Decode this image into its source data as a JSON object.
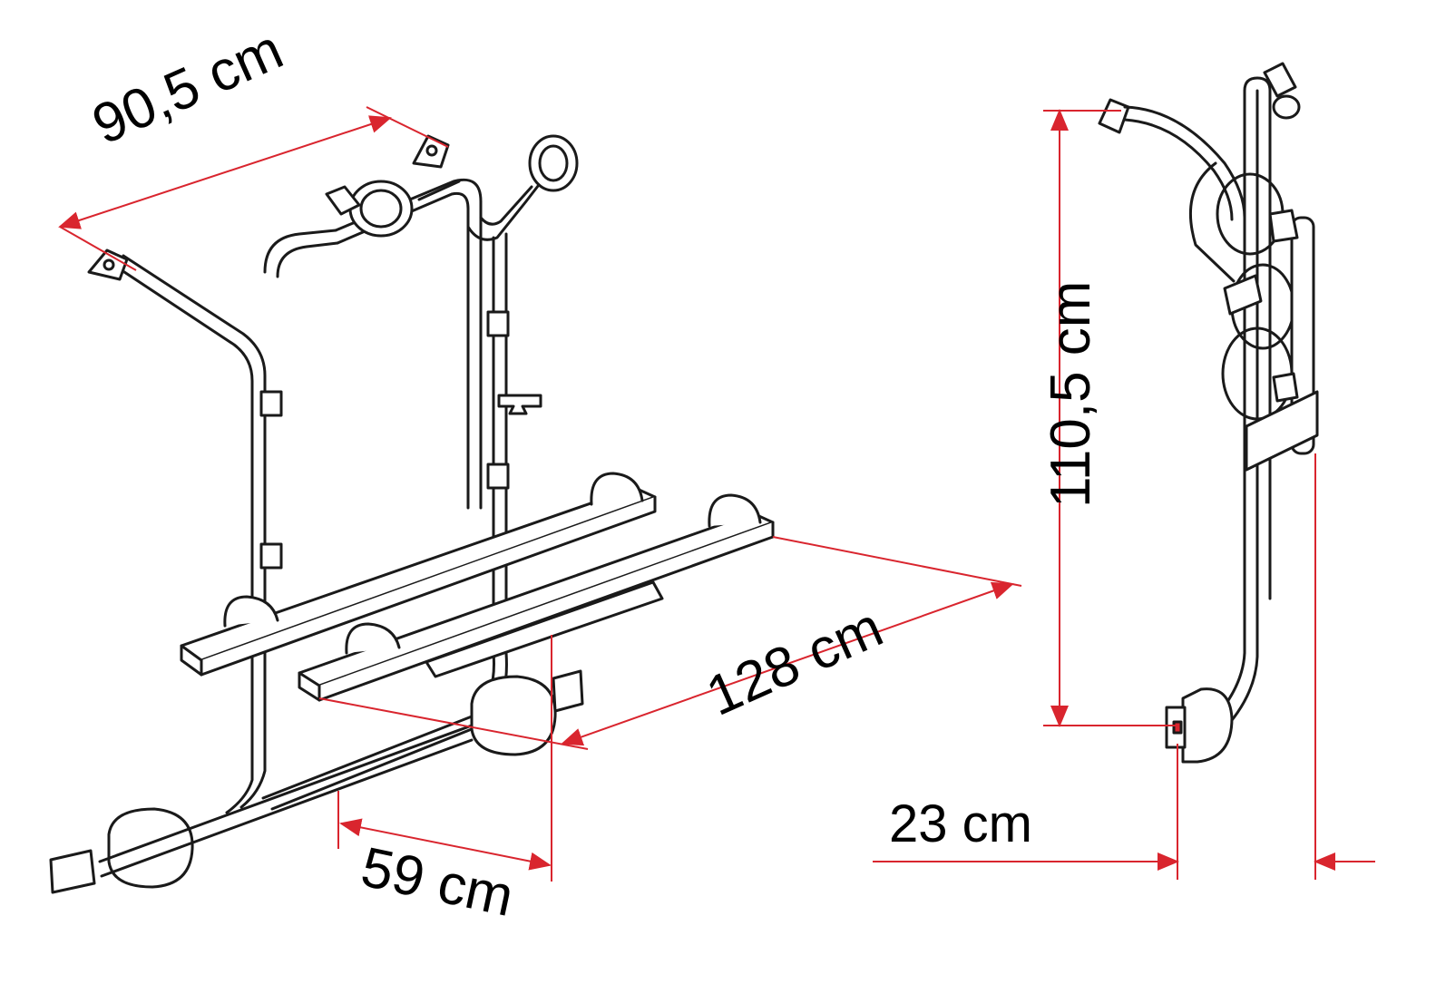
{
  "dimensions": {
    "width_label": "90,5 cm",
    "length_label": "128 cm",
    "depth_label": "59 cm",
    "height_label": "110,5 cm",
    "offset_label": "23 cm"
  },
  "colors": {
    "dimension_line": "#d9252e",
    "outline": "#1a1a1a",
    "fill_light": "#ffffff",
    "shade": "#9a9a9a"
  },
  "views": {
    "perspective": "bike-carrier-perspective",
    "side": "bike-carrier-side"
  }
}
